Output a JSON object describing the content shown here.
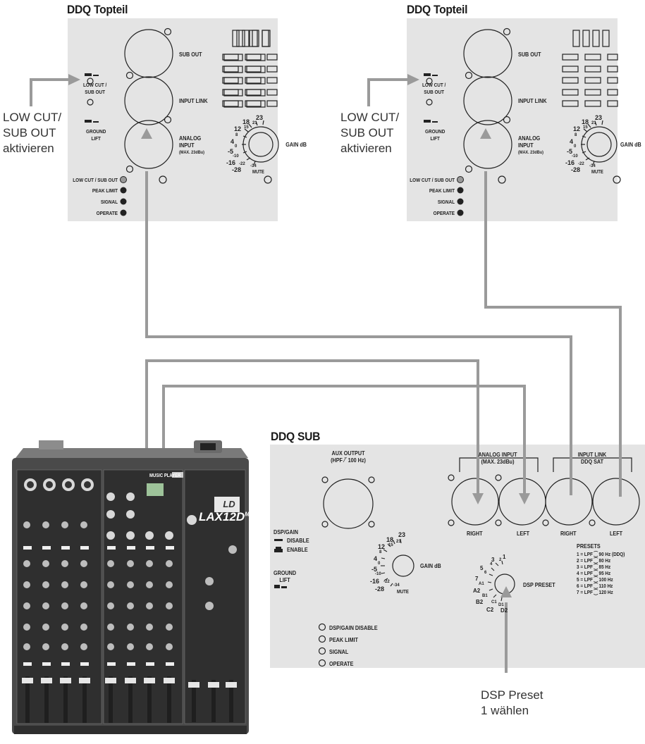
{
  "top_left": {
    "title": "DDQ Topteil",
    "sub_out": "SUB OUT",
    "input_link": "INPUT LINK",
    "analog_input": "ANALOG\nINPUT",
    "max_label": "(MAX. 23dBu)",
    "gain_db": "GAIN dB",
    "low_cut_sub_out": "LOW CUT /\nSUB OUT",
    "ground_lift": "GROUND\nLIFT",
    "leds": [
      "LOW CUT / SUB OUT",
      "PEAK LIMIT",
      "SIGNAL",
      "OPERATE"
    ],
    "knob_ticks": [
      "23",
      "21",
      "18",
      "15",
      "12",
      "8",
      "4",
      "0",
      "-5",
      "-10",
      "-16",
      "-22",
      "-28",
      "-34"
    ],
    "mute": "MUTE"
  },
  "top_right": {
    "title": "DDQ Topteil",
    "sub_out": "SUB OUT",
    "input_link": "INPUT LINK",
    "analog_input": "ANALOG\nINPUT",
    "max_label": "(MAX. 23dBu)",
    "gain_db": "GAIN dB",
    "low_cut_sub_out": "LOW CUT /\nSUB OUT",
    "ground_lift": "GROUND\nLIFT",
    "leds": [
      "LOW CUT / SUB OUT",
      "PEAK LIMIT",
      "SIGNAL",
      "OPERATE"
    ],
    "knob_ticks": [
      "23",
      "21",
      "18",
      "15",
      "12",
      "8",
      "4",
      "0",
      "-5",
      "-10",
      "-16",
      "-22",
      "-28",
      "-34"
    ],
    "mute": "MUTE"
  },
  "annotations": {
    "left_note": "LOW CUT/\nSUB OUT\naktivieren",
    "right_note": "LOW CUT/\nSUB OUT\naktivieren",
    "dsp_note": "DSP Preset\n1 wählen"
  },
  "sub": {
    "title": "DDQ SUB",
    "aux_output": "AUX OUTPUT\n(HPF ⁄‾ 100 Hz)",
    "analog_input": "ANALOG INPUT\n(MAX. 23dBu)",
    "input_link": "INPUT LINK\nDDQ SAT",
    "right1": "RIGHT",
    "left1": "LEFT",
    "right2": "RIGHT",
    "left2": "LEFT",
    "dsp_gain": "DSP/GAIN",
    "disable": "DISABLE",
    "enable": "ENABLE",
    "ground_lift": "GROUND\nLIFT",
    "gain_db": "GAIN dB",
    "dsp_preset": "DSP PRESET",
    "presets_title": "PRESETS",
    "presets": [
      "1 = LPF ⁐ 90 Hz (DDQ)",
      "2 = LPF ⁐ 80 Hz",
      "3 = LPF ⁐ 85 Hz",
      "4 = LPF ⁐ 95 Hz",
      "5 = LPF ⁐ 100 Hz",
      "6 = LPF ⁐ 110 Hz",
      "7 = LPF ⁐ 120 Hz"
    ],
    "leds": [
      "DSP/GAIN DISABLE",
      "PEAK LIMIT",
      "SIGNAL",
      "OPERATE"
    ],
    "preset_ticks": [
      "1",
      "2",
      "3",
      "4",
      "5",
      "6",
      "7",
      "A1",
      "A2",
      "B1",
      "B2",
      "C1",
      "C2",
      "D1",
      "D2"
    ],
    "mute": "MUTE"
  },
  "mixer": {
    "brand": "LAX12D",
    "suffix": "MP3",
    "music_player": "MUSIC PLAYER",
    "logo": "LD"
  }
}
